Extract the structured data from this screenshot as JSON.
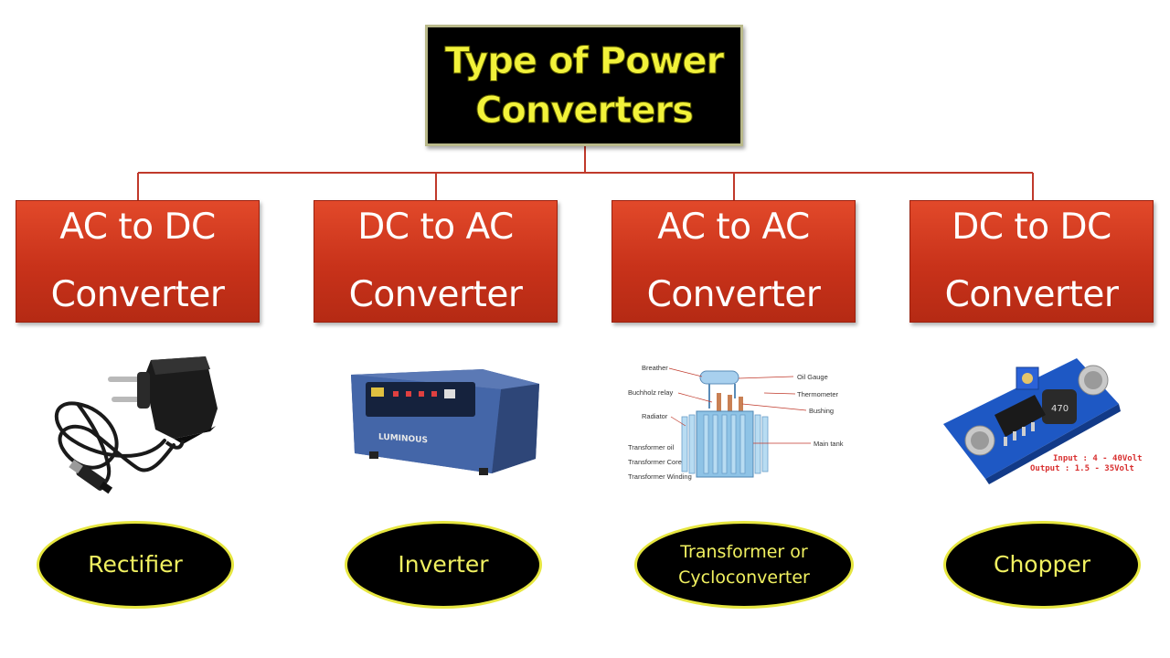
{
  "colors": {
    "title_text": "#f2f23a",
    "category_box": "#d63c1f",
    "connector": "#c0392b",
    "oval_fill": "#000000",
    "oval_text": "#f0f060"
  },
  "title": "Type of Power\nConverters",
  "categories": [
    {
      "label": "AC to DC\nConverter",
      "device": "Rectifier",
      "image": "wall-charger-adapter"
    },
    {
      "label": "DC to AC\nConverter",
      "device": "Inverter",
      "image": "inverter-unit"
    },
    {
      "label": "AC to AC\nConverter",
      "device": "Transformer or\nCycloconverter",
      "image": "transformer-diagram"
    },
    {
      "label": "DC to DC\nConverter",
      "device": "Chopper",
      "image": "buck-converter-board"
    }
  ],
  "inverter_brand": "LUMINOUS",
  "transformer_labels": {
    "breather": "Breather",
    "buchholz_relay": "Buchholz relay",
    "radiator": "Radiator",
    "transformer_oil": "Transformer oil",
    "transformer_core": "Transformer Core",
    "transformer_winding": "Transformer Winding",
    "oil_gauge": "Oil Gauge",
    "thermometer": "Thermometer",
    "bushing": "Bushing",
    "main_tank": "Main tank"
  },
  "chopper_text": {
    "input": "Input : 4 - 40Volt",
    "output": "Output : 1.5 - 35Volt",
    "inductor": "470"
  }
}
